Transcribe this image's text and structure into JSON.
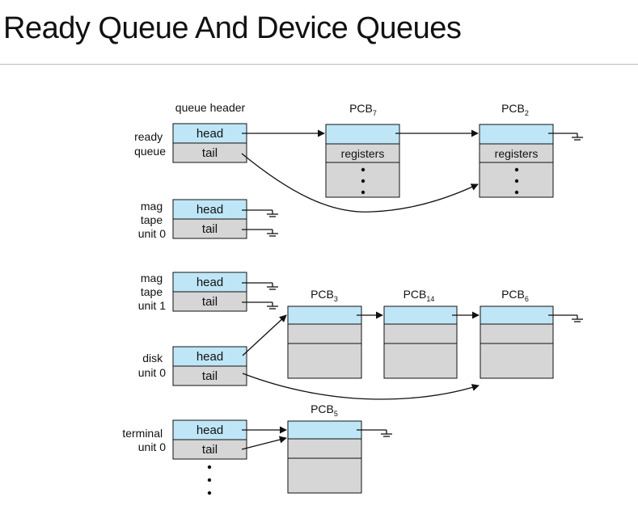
{
  "slide": {
    "title": "Ready Queue And Device Queues"
  },
  "header_label": "queue header",
  "cells": {
    "head": "head",
    "tail": "tail",
    "registers": "registers"
  },
  "queues": [
    {
      "label_lines": [
        "ready",
        "queue"
      ]
    },
    {
      "label_lines": [
        "mag",
        "tape",
        "unit 0"
      ]
    },
    {
      "label_lines": [
        "mag",
        "tape",
        "unit 1"
      ]
    },
    {
      "label_lines": [
        "disk",
        "unit 0"
      ]
    },
    {
      "label_lines": [
        "terminal",
        "unit 0"
      ]
    }
  ],
  "pcbs": [
    {
      "id": "pcb7",
      "name": "PCB",
      "sub": "7"
    },
    {
      "id": "pcb2",
      "name": "PCB",
      "sub": "2"
    },
    {
      "id": "pcb3",
      "name": "PCB",
      "sub": "3"
    },
    {
      "id": "pcb14",
      "name": "PCB",
      "sub": "14"
    },
    {
      "id": "pcb6",
      "name": "PCB",
      "sub": "6"
    },
    {
      "id": "pcb5",
      "name": "PCB",
      "sub": "5"
    }
  ],
  "colors": {
    "head_fill": "#bfe6f7",
    "cell_fill": "#d6d6d6",
    "pcb_fill": "#d6d6d6",
    "stroke": "#111111"
  }
}
